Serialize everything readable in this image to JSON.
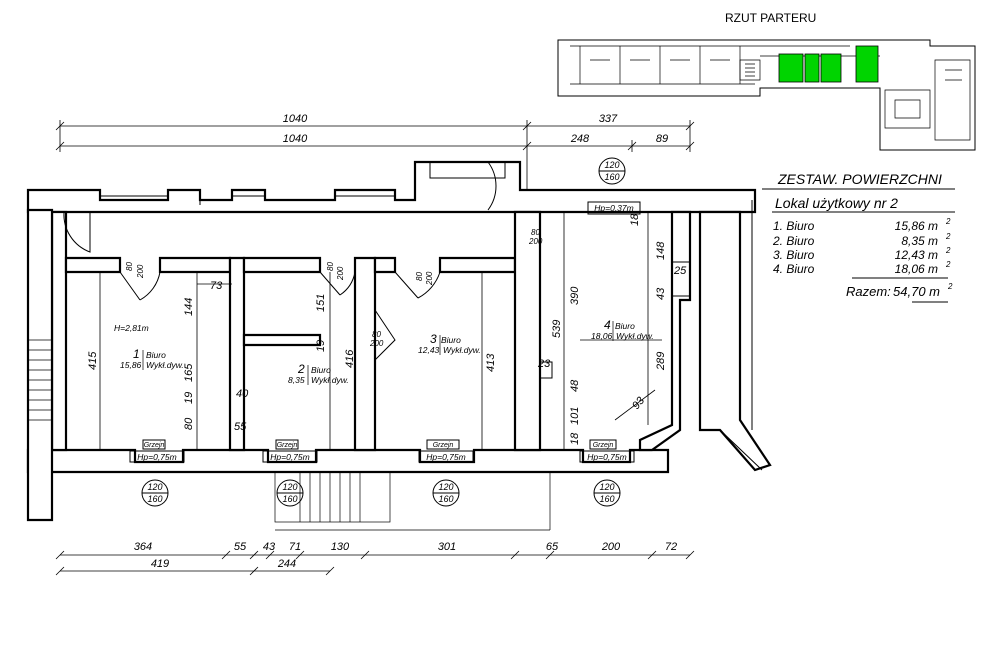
{
  "key_plan": {
    "title": "RZUT PARTERU"
  },
  "summary": {
    "title": "ZESTAW. POWIERZCHNI",
    "unit_name": "Lokal użytkowy nr 2",
    "rows": [
      {
        "label": "1. Biuro",
        "value": "15,86 m",
        "sup": "2"
      },
      {
        "label": "2. Biuro",
        "value": "8,35 m",
        "sup": "2"
      },
      {
        "label": "3. Biuro",
        "value": "12,43 m",
        "sup": "2"
      },
      {
        "label": "4. Biuro",
        "value": "18,06 m",
        "sup": "2"
      }
    ],
    "total_label": "Razem:",
    "total_value": "54,70 m",
    "total_sup": "2"
  },
  "rooms": [
    {
      "num": "1",
      "name": "Biuro",
      "area": "15,86",
      "finish": "Wykł.dyw.",
      "height": "H=2,81m"
    },
    {
      "num": "2",
      "name": "Biuro",
      "area": "8,35",
      "finish": "Wykł.dyw."
    },
    {
      "num": "3",
      "name": "Biuro",
      "area": "12,43",
      "finish": "Wykł.dyw."
    },
    {
      "num": "4",
      "name": "Biuro",
      "area": "18,06",
      "finish": "Wykł.dyw."
    }
  ],
  "windows": [
    {
      "w": "120",
      "h": "160",
      "sill": "Hp=0,75m",
      "radiator": "Grzejn"
    },
    {
      "w": "120",
      "h": "160",
      "sill": "Hp=0,75m",
      "radiator": "Grzejn"
    },
    {
      "w": "120",
      "h": "160",
      "sill": "Hp=0,75m",
      "radiator": "Grzejn"
    },
    {
      "w": "120",
      "h": "160",
      "sill": "Hp=0,75m",
      "radiator": "Grzejn"
    }
  ],
  "north_window": {
    "w": "120",
    "h": "160",
    "sill": "Hp=0,37m"
  },
  "doors": [
    {
      "w": "80",
      "h": "200"
    },
    {
      "w": "80",
      "h": "200"
    },
    {
      "w": "80",
      "h": "200"
    },
    {
      "w": "80",
      "h": "200"
    },
    {
      "w": "80",
      "h": "200"
    }
  ],
  "dims_top": {
    "row1": [
      "1040",
      "337"
    ],
    "row2": [
      "1040",
      "248",
      "89"
    ]
  },
  "dims_bottom": {
    "row1": [
      "364",
      "55",
      "43",
      "71",
      "130",
      "301",
      "65",
      "200",
      "72"
    ],
    "row2": [
      "419",
      "244"
    ]
  },
  "dims_inner": [
    "73",
    "144",
    "165",
    "40",
    "80",
    "19",
    "55",
    "415",
    "151",
    "19",
    "416",
    "413",
    "539",
    "23",
    "101",
    "48",
    "18",
    "390",
    "43",
    "148",
    "25",
    "289",
    "93",
    "18"
  ]
}
